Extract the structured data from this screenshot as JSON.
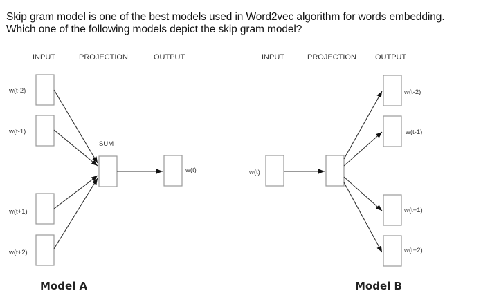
{
  "question": {
    "line1": "Skip gram model is one of the best models used in Word2vec algorithm for words embedding.",
    "line2": "Which one of the following models depict the skip gram model?"
  },
  "model_a": {
    "headers": {
      "input": "INPUT",
      "projection": "PROJECTION",
      "output": "OUTPUT"
    },
    "inputs": [
      "w(t-2)",
      "w(t-1)",
      "w(t+1)",
      "w(t+2)"
    ],
    "projection_label": "SUM",
    "output": "w(t)",
    "caption": "Model A"
  },
  "model_b": {
    "headers": {
      "input": "INPUT",
      "projection": "PROJECTION",
      "output": "OUTPUT"
    },
    "input": "w(t)",
    "outputs": [
      "w(t-2)",
      "w(t-1)",
      "w(t+1)",
      "w(t+2)"
    ],
    "caption": "Model B"
  }
}
